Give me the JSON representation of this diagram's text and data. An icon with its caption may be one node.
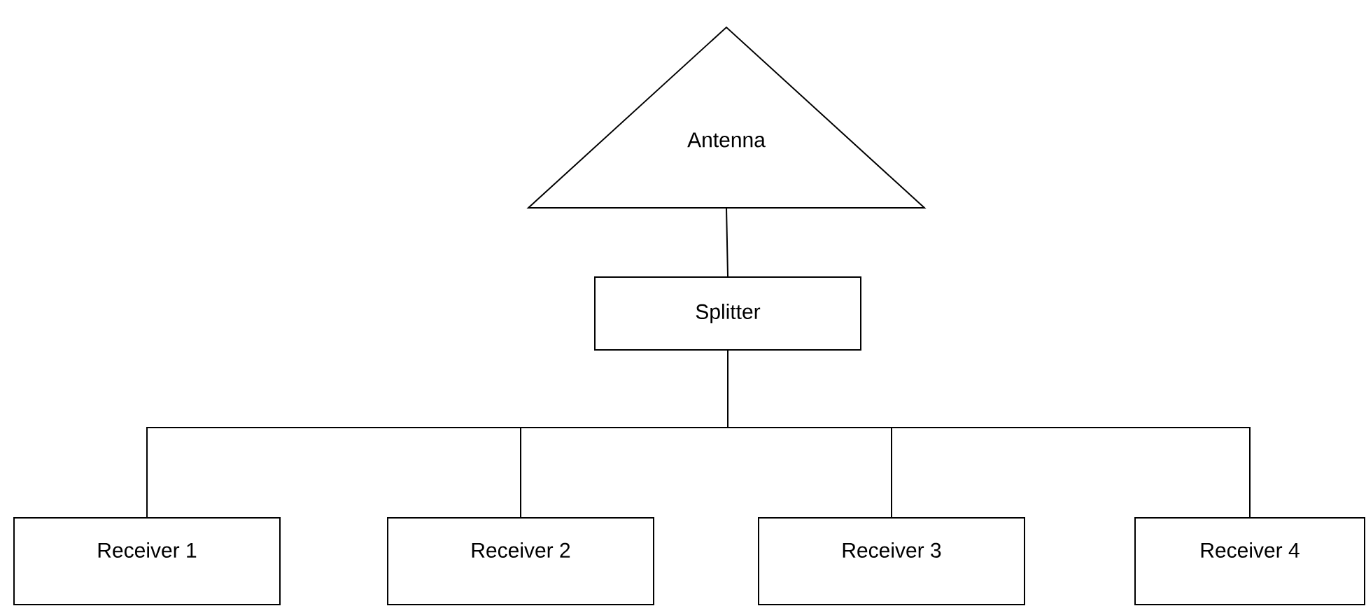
{
  "diagram": {
    "nodes": [
      {
        "text": [
          "Antenna"
        ]
      },
      {
        "text": [
          "Splitter"
        ]
      },
      {
        "text": [
          "Receiver 1"
        ]
      },
      {
        "text": [
          "Receiver 2"
        ]
      },
      {
        "text": [
          "Receiver 3"
        ]
      },
      {
        "text": [
          "Receiver 4"
        ]
      }
    ],
    "edges": [
      {
        "from": 0,
        "to": 1,
        "arrow": "none"
      },
      {
        "from": 1,
        "to": 2,
        "arrow": "none"
      },
      {
        "from": 1,
        "to": 3,
        "arrow": "none"
      },
      {
        "from": 1,
        "to": 4,
        "arrow": "none"
      },
      {
        "from": 1,
        "to": 5,
        "arrow": "none"
      }
    ]
  }
}
